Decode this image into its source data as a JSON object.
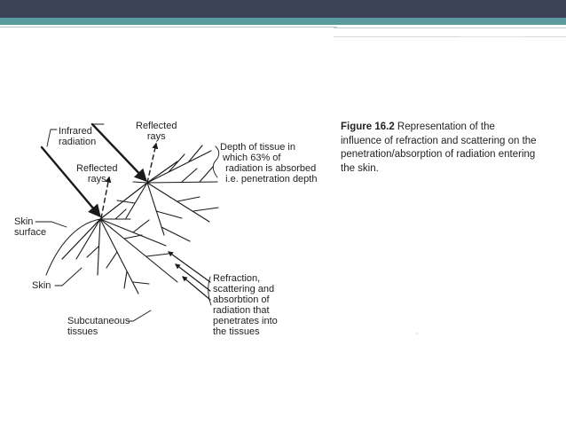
{
  "figure": {
    "labels": {
      "infrared_radiation": "Infrared\nradiation",
      "reflected_rays_top": "Reflected\nrays",
      "reflected_rays_left": "Reflected\nrays",
      "depth_of_tissue": "Depth of tissue in\n which 63% of\n  radiation is absorbed\n  i.e. penetration depth",
      "skin_surface": "Skin\nsurface",
      "skin": "Skin",
      "subcutaneous_tissues": "Subcutaneous\ntissues",
      "refraction": "Refraction,\nscattering and\nabsorbtion of\nradiation that\npenetrates into\nthe tissues"
    },
    "caption": {
      "number": "Figure 16.2",
      "text": "Representation of the influence of refraction and scattering on the penetration/absorption of radiation entering the skin."
    }
  }
}
